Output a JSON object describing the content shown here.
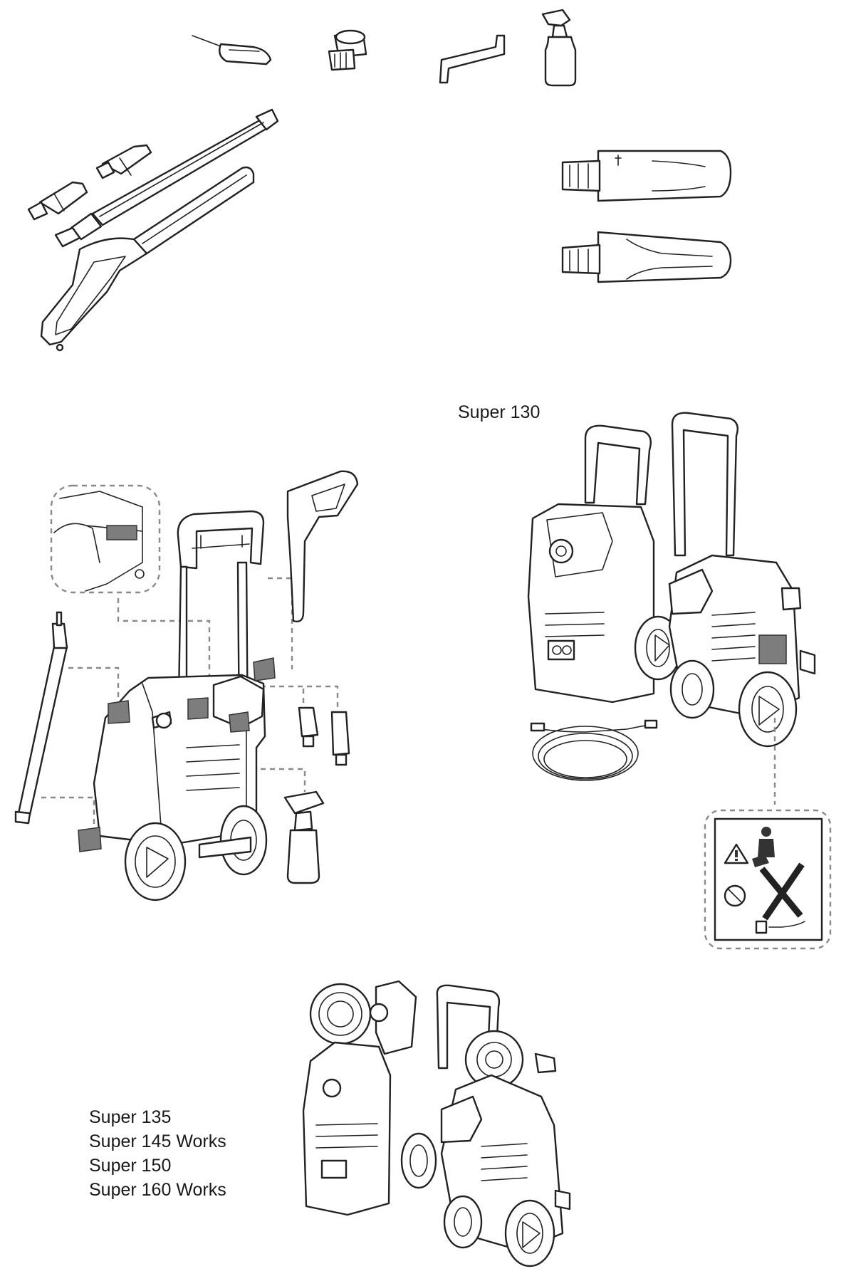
{
  "labels": {
    "model_single": "Super 130",
    "model_list": [
      "Super 135",
      "Super 145 Works",
      "Super 150",
      "Super 160 Works"
    ]
  },
  "colors": {
    "line": "#222222",
    "dashed_leader": "#8a8a8a",
    "highlight_marker": "#7d7d7d",
    "background": "#ffffff"
  },
  "icons": [
    "warning-triangle-icon",
    "no-spray-icon",
    "crossed-out-icon",
    "plug-icon"
  ]
}
